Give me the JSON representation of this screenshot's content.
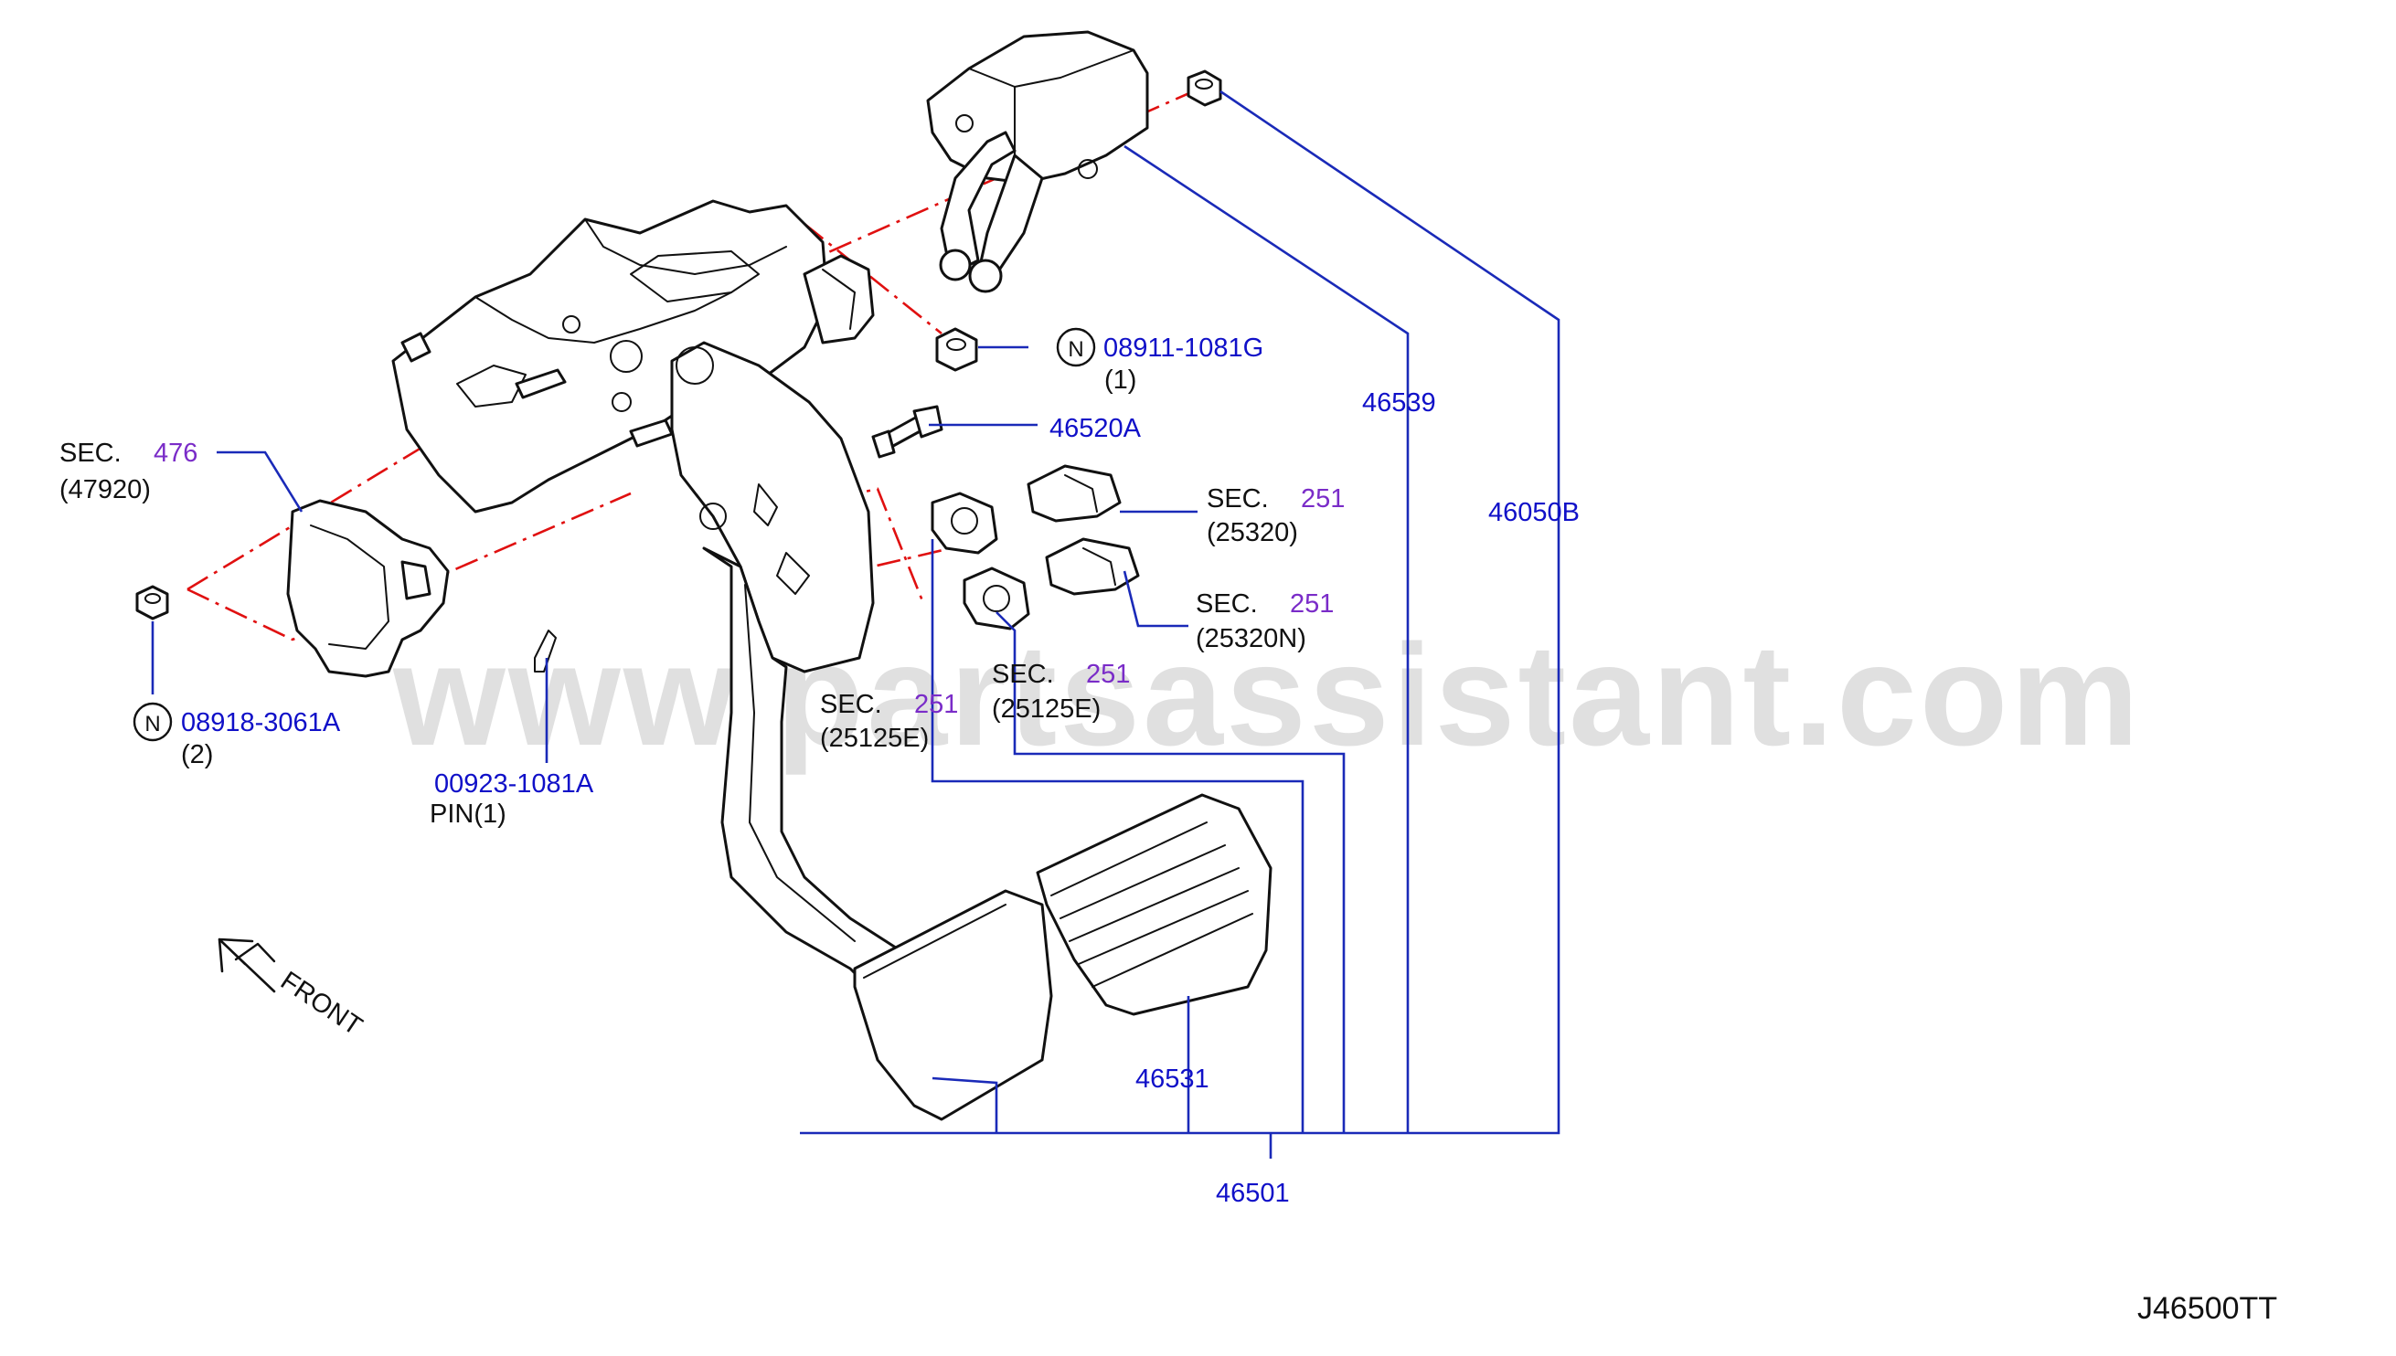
{
  "watermark": "www.partsassistant.com",
  "diagram_code": "J46500TT",
  "orientation_label": "FRONT",
  "nut_symbol": "N",
  "callouts": {
    "nut_upper": {
      "part_no": "08911-1081G",
      "qty": "(1)"
    },
    "nut_lower": {
      "part_no": "08918-3061A",
      "qty": "(2)"
    },
    "bolt": {
      "part_no": "46520A"
    },
    "pin": {
      "part_no": "00923-1081A",
      "name": "PIN(1)"
    },
    "sec_476": {
      "prefix": "SEC.",
      "section": "476",
      "ref": "(47920)"
    },
    "sec_251_a": {
      "prefix": "SEC.",
      "section": "251",
      "ref": "(25320)"
    },
    "sec_251_b": {
      "prefix": "SEC.",
      "section": "251",
      "ref": "(25320N)"
    },
    "sec_251_c": {
      "prefix": "SEC.",
      "section": "251",
      "ref": "(25125E)"
    },
    "sec_251_d": {
      "prefix": "SEC.",
      "section": "251",
      "ref": "(25125E)"
    },
    "brake_assy": {
      "part_no": "46539"
    },
    "pedal_assy": {
      "part_no": "46050B"
    },
    "pedal_pad": {
      "part_no": "46531"
    },
    "pedal_total": {
      "part_no": "46501"
    }
  },
  "colors": {
    "part_number": "#1010c8",
    "section_number": "#7a2cc8",
    "leader": "#1a2ab8",
    "centerline": "#e01010",
    "outline": "#111111"
  }
}
